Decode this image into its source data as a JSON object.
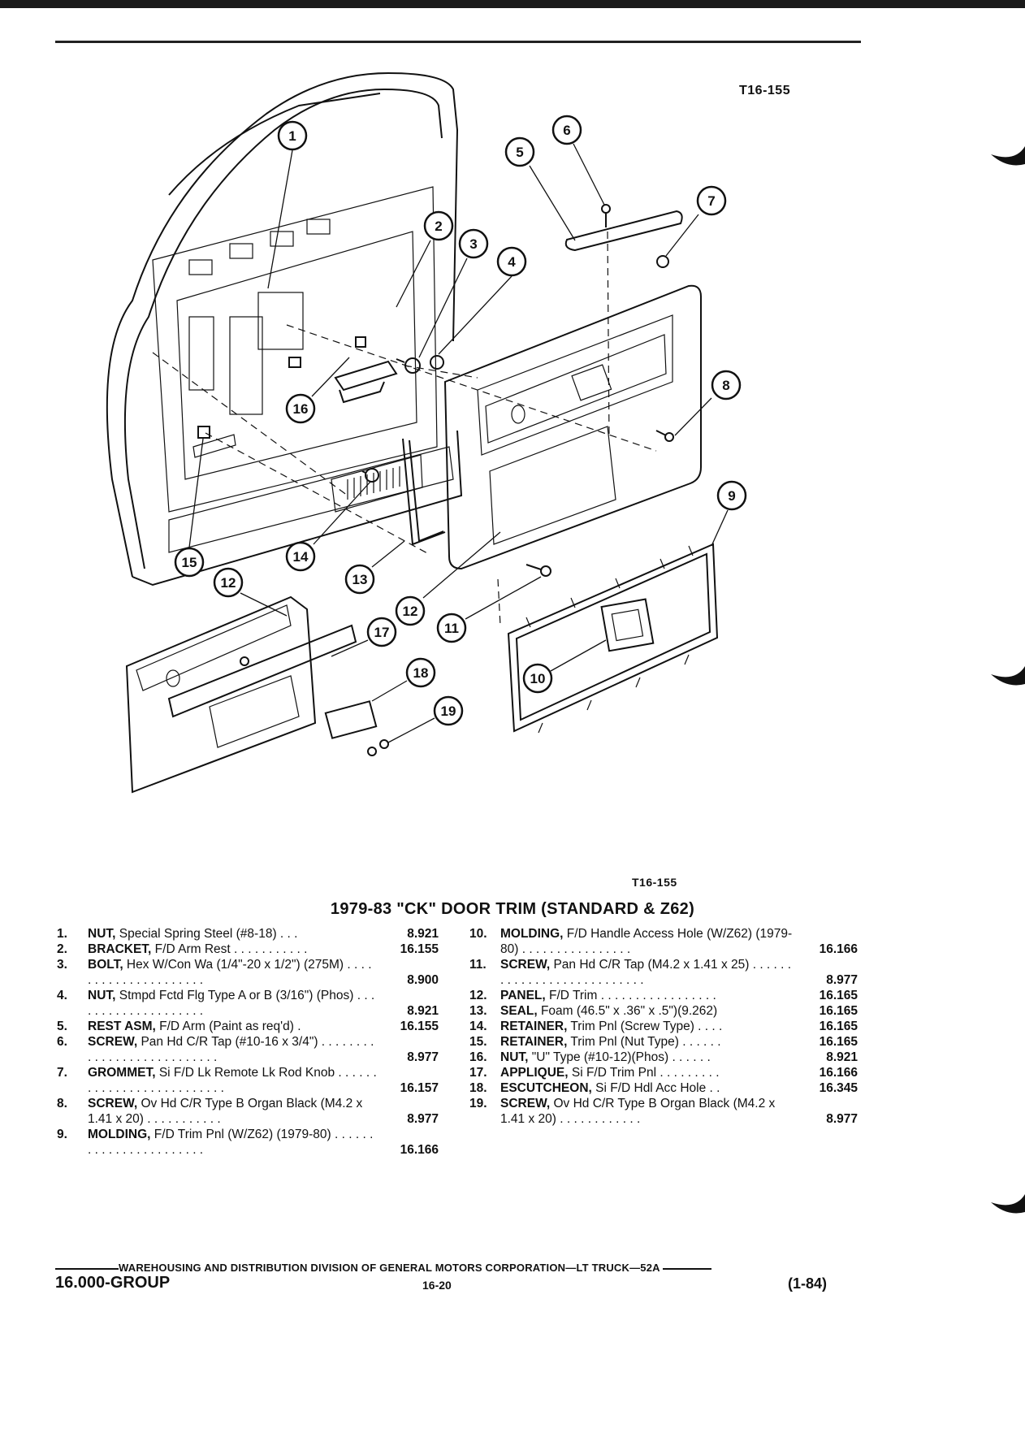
{
  "header": {
    "figure_ref_top": "T16-155",
    "figure_ref_bottom": "T16-155"
  },
  "diagram": {
    "callouts": [
      "1",
      "2",
      "3",
      "4",
      "5",
      "6",
      "7",
      "8",
      "9",
      "10",
      "11",
      "12",
      "12",
      "13",
      "14",
      "15",
      "16",
      "17",
      "18",
      "19"
    ]
  },
  "section_title": "1979-83 \"CK\" DOOR TRIM (STANDARD & Z62)",
  "parts_left": [
    {
      "num": "1.",
      "name": "NUT,",
      "desc": " Special Spring Steel (#8-18)  . . .",
      "pn": "8.921"
    },
    {
      "num": "2.",
      "name": "BRACKET,",
      "desc": " F/D Arm Rest  . . . . . . . . . . .",
      "pn": "16.155"
    },
    {
      "num": "3.",
      "name": "BOLT,",
      "desc": " Hex W/Con Wa (1/4\"-20 x 1/2\") (275M)  . . . . . . . . . . . . . . . . . . . . .",
      "pn": "8.900"
    },
    {
      "num": "4.",
      "name": "NUT,",
      "desc": " Stmpd Fctd Flg Type A or B (3/16\") (Phos)  . . . . . . . . . . . . . . . . . . . .",
      "pn": "8.921"
    },
    {
      "num": "5.",
      "name": "REST ASM,",
      "desc": " F/D Arm (Paint as req'd)  .",
      "pn": "16.155"
    },
    {
      "num": "6.",
      "name": "SCREW,",
      "desc": " Pan Hd C/R Tap (#10-16 x 3/4\")  . . . . . . . . . . . . . . . . . . . . . . . . . . .",
      "pn": "8.977"
    },
    {
      "num": "7.",
      "name": "GROMMET,",
      "desc": " Si F/D Lk Remote Lk Rod Knob  . . . . . . . . . . . . . . . . . . . . . . . . . .",
      "pn": "16.157"
    },
    {
      "num": "8.",
      "name": "SCREW,",
      "desc": " Ov Hd C/R Type B Organ Black (M4.2 x 1.41 x 20)  . . . . . . . . . . .",
      "pn": "8.977"
    },
    {
      "num": "9.",
      "name": "MOLDING,",
      "desc": " F/D Trim Pnl (W/Z62) (1979-80)  . . . . . . . . . . . . . . . . . . . . . . .",
      "pn": "16.166"
    }
  ],
  "parts_right": [
    {
      "num": "10.",
      "name": "MOLDING,",
      "desc": " F/D Handle Access Hole (W/Z62) (1979-80)  . . . . . . . . . . . . . . . .",
      "pn": "16.166"
    },
    {
      "num": "11.",
      "name": "SCREW,",
      "desc": " Pan Hd C/R Tap (M4.2 x 1.41 x 25)  . . . . . . . . . . . . . . . . . . . . . . . . . . .",
      "pn": "8.977"
    },
    {
      "num": "12.",
      "name": "PANEL,",
      "desc": " F/D Trim  . . . . . . . . . . . . . . . . .",
      "pn": "16.165"
    },
    {
      "num": "13.",
      "name": "SEAL,",
      "desc": " Foam (46.5\" x .36\" x .5\")(9.262)",
      "pn": "16.165"
    },
    {
      "num": "14.",
      "name": "RETAINER,",
      "desc": " Trim Pnl (Screw Type)  . . . .",
      "pn": "16.165"
    },
    {
      "num": "15.",
      "name": "RETAINER,",
      "desc": " Trim Pnl (Nut Type)  . . . . . .",
      "pn": "16.165"
    },
    {
      "num": "16.",
      "name": "NUT,",
      "desc": " \"U\" Type (#10-12)(Phos)  . . . . . .",
      "pn": "8.921"
    },
    {
      "num": "17.",
      "name": "APPLIQUE,",
      "desc": " Si F/D Trim Pnl  . . . . . . . . .",
      "pn": "16.166"
    },
    {
      "num": "18.",
      "name": "ESCUTCHEON,",
      "desc": " Si F/D Hdl Acc Hole  . .",
      "pn": "16.345"
    },
    {
      "num": "19.",
      "name": "SCREW,",
      "desc": " Ov Hd C/R Type B Organ Black (M4.2 x 1.41 x 20)  . . . . . . . . . . . .",
      "pn": "8.977"
    }
  ],
  "footer": {
    "division_line": "WAREHOUSING AND DISTRIBUTION  DIVISION OF GENERAL MOTORS CORPORATION—LT TRUCK—52A",
    "group": "16.000-GROUP",
    "page": "16-20",
    "date": "(1-84)"
  }
}
